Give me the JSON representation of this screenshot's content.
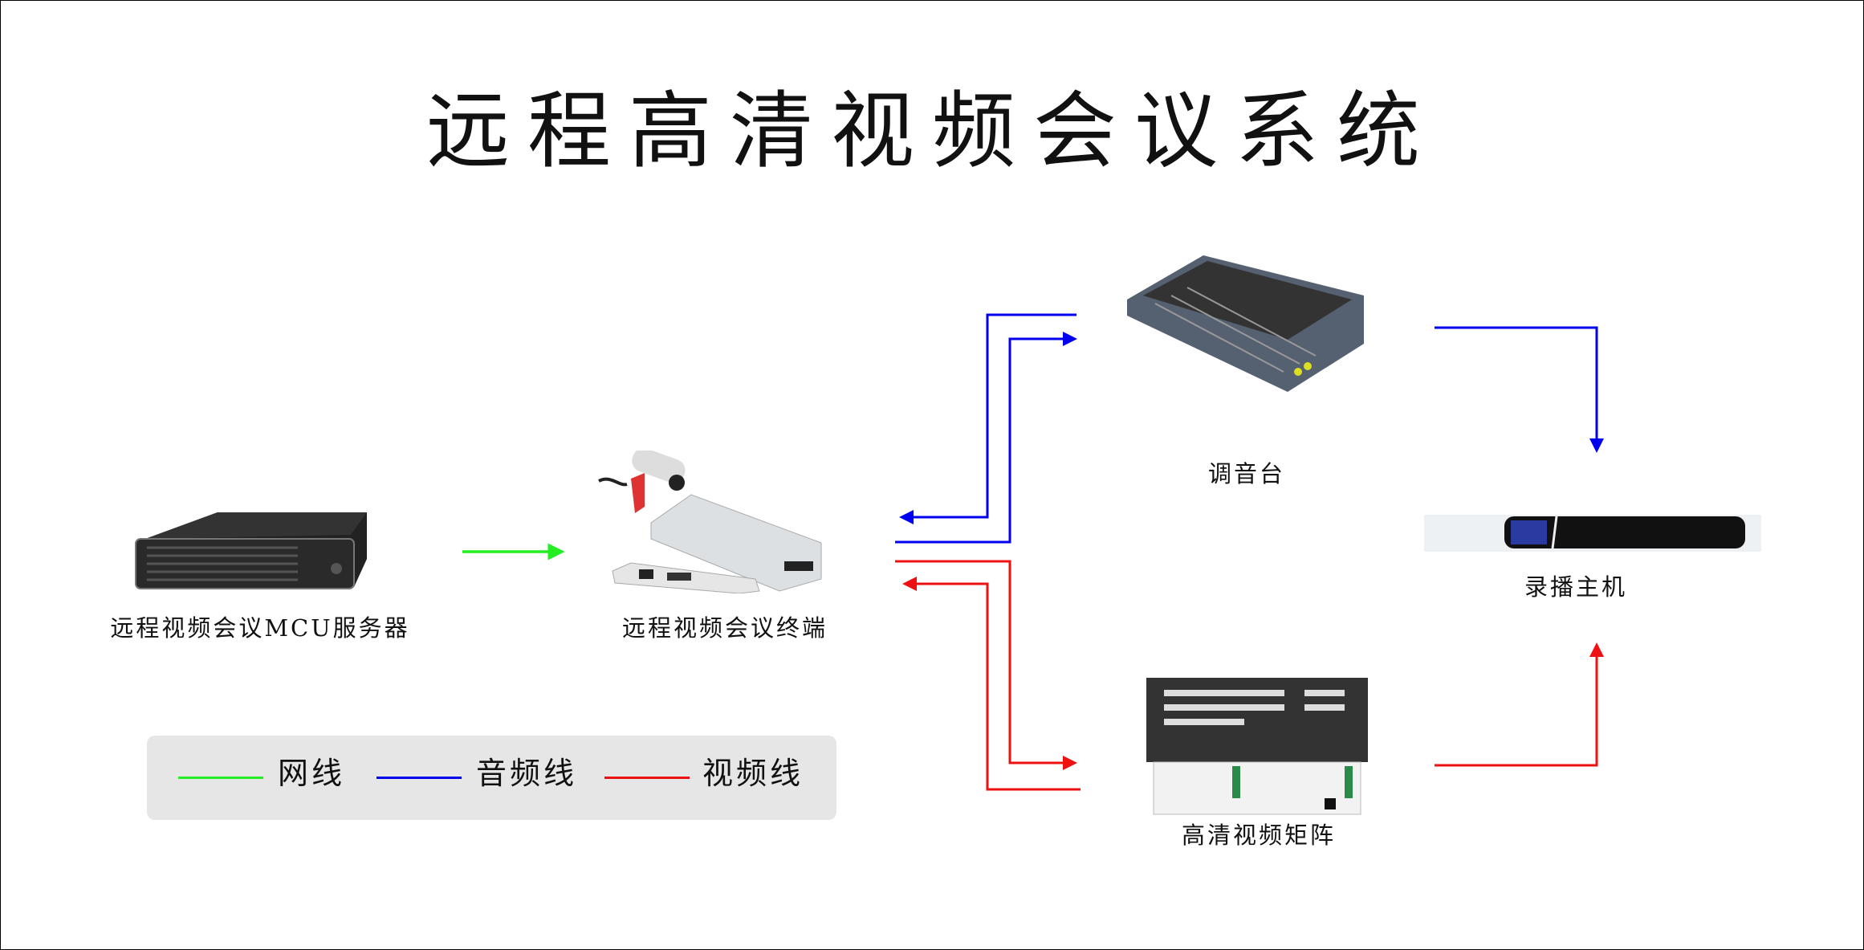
{
  "title": "远程高清视频会议系统",
  "devices": {
    "mcu_server": "远程视频会议MCU服务器",
    "terminal": "远程视频会议终端",
    "mixer": "调音台",
    "recorder": "录播主机",
    "matrix": "高清视频矩阵"
  },
  "legend": [
    {
      "label": "网线",
      "color": "#22ee22"
    },
    {
      "label": "音频线",
      "color": "#0000ee"
    },
    {
      "label": "视频线",
      "color": "#ee1111"
    }
  ]
}
